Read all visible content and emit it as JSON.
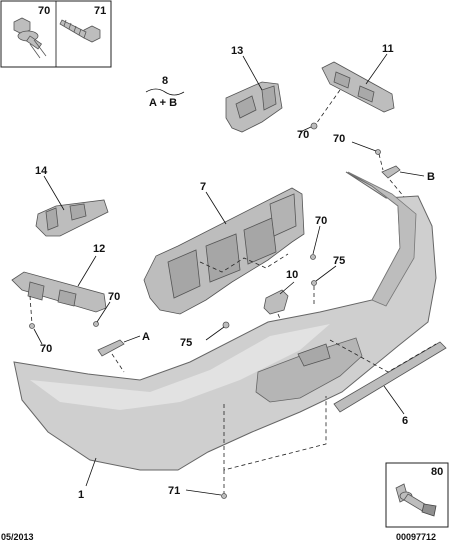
{
  "diagram": {
    "callouts": {
      "c70_box": "70",
      "c71_box": "71",
      "c13": "13",
      "c11": "11",
      "c8": "8",
      "c8_sub": "A + B",
      "c70_a": "70",
      "c70_b": "70",
      "cB": "B",
      "c14": "14",
      "c7": "7",
      "c70_c": "70",
      "c12": "12",
      "c10": "10",
      "c75_a": "75",
      "c70_d": "70",
      "cA": "A",
      "c70_e": "70",
      "c75_b": "75",
      "c6": "6",
      "c1": "1",
      "c71_bottom": "71",
      "c80": "80"
    },
    "footer": {
      "date": "05/2013",
      "reference": "00097712"
    }
  }
}
